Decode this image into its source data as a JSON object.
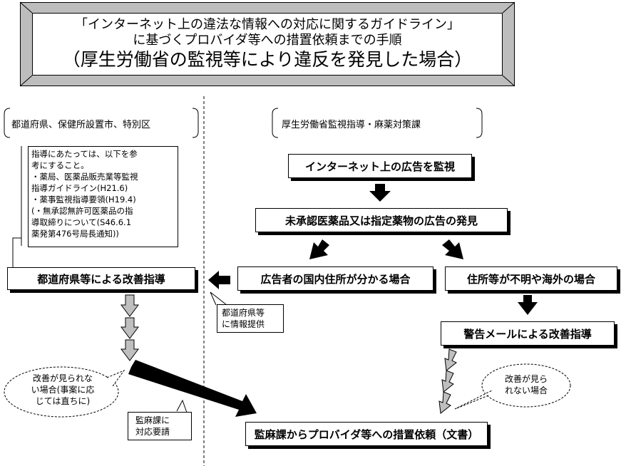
{
  "title": {
    "line1": "「インターネット上の違法な情報への対応に関するガイドライン」",
    "line2": "に基づくプロバイダ等への措置依頼までの手順",
    "line3": "（厚生労働省の監視等により違反を発見した場合）"
  },
  "left": {
    "header": "都道府県、保健所設置市、特別区",
    "note_lines": [
      "指導にあたっては、以下を参",
      "考にすること。",
      "・薬局、医薬品販売業等監視",
      "指導ガイドライン(H21.6)",
      "・薬事監視指導要領(H19.4)",
      "(・無承認無許可医薬品の指",
      "導取締りについて(S46.6.1",
      "薬発第476号局長通知))"
    ],
    "guidance_box": "都道府県等による改善指導",
    "bubble_lines": [
      "改善が見られな",
      "い場合(事案に応",
      "じては直ちに)"
    ],
    "request_note_lines": [
      "監麻課に",
      "対応要請"
    ]
  },
  "right": {
    "header": "厚生労働省監視指導・麻薬対策課",
    "monitor_box": "インターネット上の広告を監視",
    "discover_box": "未承認医薬品又は指定薬物の広告の発見",
    "domestic_box": "広告者の国内住所が分かる場合",
    "foreign_box": "住所等が不明や海外の場合",
    "info_note_lines": [
      "都道府県等",
      "に情報提供"
    ],
    "warning_box": "警告メールによる改善指導",
    "bubble_lines": [
      "改善が見ら",
      "れない場合"
    ],
    "final_box": "監麻課からプロバイダ等への措置依頼（文書）"
  },
  "colors": {
    "plaque": "#bdbdbd",
    "gray_arrow": "#bfbfbf",
    "black": "#000000"
  }
}
